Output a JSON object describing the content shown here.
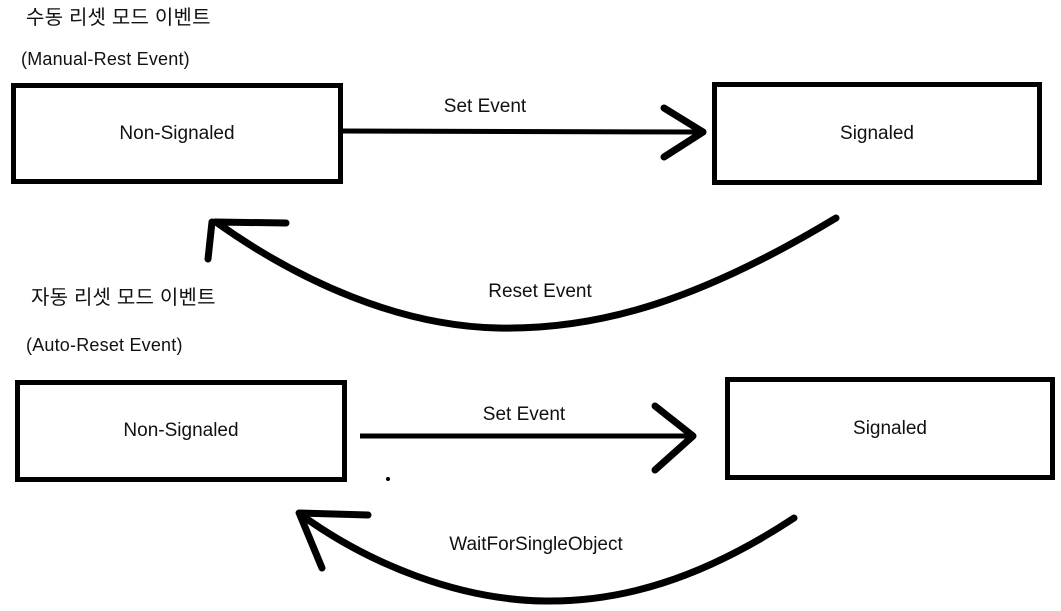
{
  "diagram": {
    "title_hidden": "Win32 Event Object State Transition Diagram",
    "background_color": "#ffffff",
    "line_color": "#000000",
    "text_color": "#111111"
  },
  "sections": [
    {
      "id": "manual-reset",
      "heading_korean": "수동 리셋 모드 이벤트",
      "heading_english": "(Manual-Rest Event)"
    },
    {
      "id": "auto-reset",
      "heading_korean": "자동 리셋 모드 이벤트",
      "heading_english": "(Auto-Reset Event)"
    }
  ],
  "nodes": [
    {
      "id": "manual-non-signaled",
      "label": "Non-Signaled"
    },
    {
      "id": "manual-signaled",
      "label": "Signaled"
    },
    {
      "id": "auto-non-signaled",
      "label": "Non-Signaled"
    },
    {
      "id": "auto-signaled",
      "label": "Signaled"
    }
  ],
  "edges": [
    {
      "id": "manual-set-event",
      "label": "Set Event",
      "from": "manual-non-signaled",
      "to": "manual-signaled",
      "style": "straight-arrow"
    },
    {
      "id": "manual-reset-event",
      "label": "Reset Event",
      "from": "manual-signaled",
      "to": "manual-non-signaled",
      "style": "curved-arrow"
    },
    {
      "id": "auto-set-event",
      "label": "Set Event",
      "from": "auto-non-signaled",
      "to": "auto-signaled",
      "style": "straight-arrow"
    },
    {
      "id": "auto-wait-for-single-object",
      "label": "WaitForSingleObject",
      "from": "auto-signaled",
      "to": "auto-non-signaled",
      "style": "curved-arrow"
    }
  ]
}
